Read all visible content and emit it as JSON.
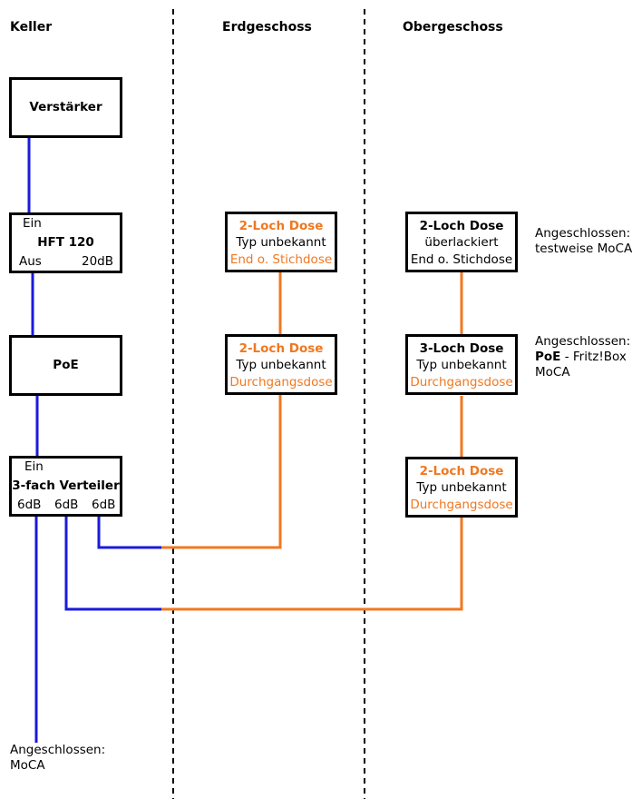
{
  "colors": {
    "coax_blue": "#1a1adb",
    "coax_orange": "#f07820",
    "text_orange": "#f07820"
  },
  "headers": {
    "keller": "Keller",
    "erdgeschoss": "Erdgeschoss",
    "obergeschoss": "Obergeschoss"
  },
  "keller": {
    "verstaerker": {
      "label": "Verstärker"
    },
    "hft": {
      "in": "Ein",
      "title": "HFT 120",
      "out": "Aus",
      "gain": "20dB"
    },
    "poe": {
      "label": "PoE"
    },
    "verteiler": {
      "in": "Ein",
      "title": "3-fach Verteiler",
      "out1": "6dB",
      "out2": "6dB",
      "out3": "6dB"
    },
    "note": {
      "line1": "Angeschlossen:",
      "line2": "MoCA"
    }
  },
  "erdgeschoss": {
    "dose1": {
      "title": "2-Loch Dose",
      "type": "Typ unbekannt",
      "kind": "End o. Stichdose"
    },
    "dose2": {
      "title": "2-Loch Dose",
      "type": "Typ unbekannt",
      "kind": "Durchgangsdose"
    }
  },
  "obergeschoss": {
    "dose1": {
      "title": "2-Loch Dose",
      "type": "überlackiert",
      "kind": "End o. Stichdose"
    },
    "dose2": {
      "title": "3-Loch Dose",
      "type": "Typ unbekannt",
      "kind": "Durchgangsdose"
    },
    "dose3": {
      "title": "2-Loch Dose",
      "type": "Typ unbekannt",
      "kind": "Durchgangsdose"
    },
    "note1": {
      "line1": "Angeschlossen:",
      "line2": "testweise MoCA"
    },
    "note2": {
      "line1": "Angeschlossen:",
      "poe": "PoE",
      "rest": " - Fritz!Box",
      "line3": "MoCA"
    }
  }
}
